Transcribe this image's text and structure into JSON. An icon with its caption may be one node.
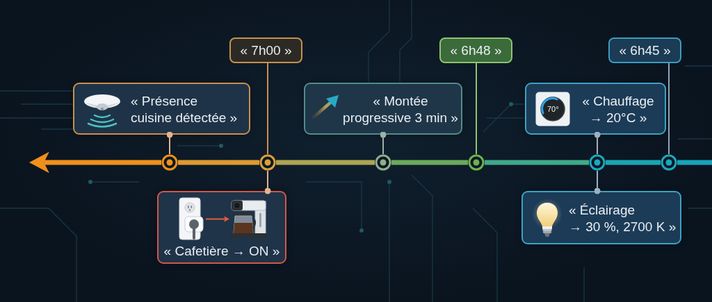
{
  "diagram": {
    "nodes": [
      {
        "text": [
          "« 7h00 »"
        ]
      },
      {
        "text": [
          "« 6h48 »"
        ]
      },
      {
        "text": [
          "« 6h45 »"
        ]
      },
      {
        "text": [
          "« Présence cuisine détectée »"
        ]
      },
      {
        "text": [
          "« Montée progressive 3 min »"
        ]
      },
      {
        "text": [
          "« Chauffage → 20°C »"
        ]
      },
      {
        "text": [],
        "shape": "circle"
      },
      {
        "text": [],
        "shape": "circle"
      },
      {
        "text": [],
        "shape": "circle"
      },
      {
        "text": [],
        "shape": "circle"
      },
      {
        "text": [],
        "shape": "circle"
      },
      {
        "text": [],
        "shape": "circle"
      },
      {
        "text": [
          "« Cafetière → ON »"
        ]
      },
      {
        "text": [],
        "shape": "picture",
        "in": 12
      },
      {
        "text": [],
        "shape": "picture",
        "in": 12
      },
      {
        "text": [
          "« Éclairage → 30 %, 2700 K »"
        ]
      }
    ],
    "edges": [
      {
        "from": 0,
        "to": 7,
        "arrow": "none",
        "color": "#c8904e"
      },
      {
        "from": 1,
        "to": 9,
        "arrow": "none",
        "color": "#8fc46f"
      },
      {
        "from": 2,
        "to": 11,
        "arrow": "none",
        "color": "#8ea6b6"
      },
      {
        "from": 3,
        "to": 6,
        "arrow": "other",
        "color": "#e3b48f"
      },
      {
        "from": 4,
        "to": 8,
        "arrow": "other",
        "color": "#9fb0a8"
      },
      {
        "from": 5,
        "to": 10,
        "arrow": "other",
        "color": "#9fb0bd"
      },
      {
        "from": 12,
        "to": 7,
        "arrow": "other",
        "color": "#e3b48f"
      },
      {
        "from": 13,
        "to": 14,
        "arrow": "to",
        "color": "#e0603a"
      },
      {
        "from": 15,
        "to": 10,
        "arrow": "other",
        "color": "#9fb0bd"
      },
      {
        "from": null,
        "to": 11,
        "arrow": "none",
        "style": "thick",
        "color": "#17a3ba"
      },
      {
        "from": 11,
        "to": 10,
        "arrow": "none",
        "style": "thick",
        "color": "#1ba5b3"
      },
      {
        "from": 10,
        "to": 9,
        "arrow": "none",
        "style": "thick",
        "color": "#3fa98a"
      },
      {
        "from": 9,
        "to": 8,
        "arrow": "none",
        "style": "thick",
        "color": "#6aaa5c"
      },
      {
        "from": 8,
        "to": 7,
        "arrow": "none",
        "style": "thick",
        "color": "#aea552"
      },
      {
        "from": 7,
        "to": 6,
        "arrow": "none",
        "style": "thick",
        "color": "#de9a30"
      },
      {
        "from": 6,
        "to": null,
        "arrow": "to",
        "style": "thick",
        "color": "#f0901c"
      }
    ],
    "labels": [
      "70°"
    ]
  }
}
